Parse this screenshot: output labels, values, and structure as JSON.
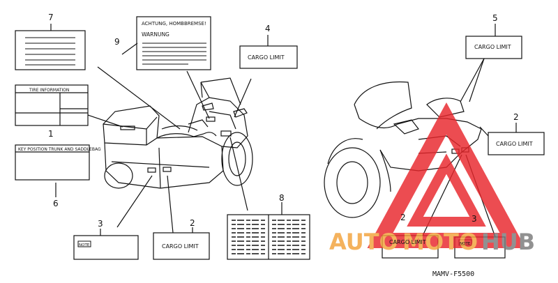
{
  "callouts": {
    "c1": "1",
    "c2_left": "2",
    "c2_right_top": "2",
    "c2_right_bottom": "2",
    "c3_left": "3",
    "c3_right": "3",
    "c4": "4",
    "c5": "5",
    "c6": "6",
    "c7": "7",
    "c8": "8",
    "c9": "9"
  },
  "labels": {
    "tire_information": "TIRE INFORMATION",
    "key_position": "KEY POSITION TRUNK AND SADDLEBAG",
    "achtung": "ACHTUNG, HOMBBREMSE!",
    "warnung": "WARNUNG",
    "cargo_limit": "CARGO LIMIT",
    "note": "NOTE"
  },
  "part_code": "MAMV-F5500",
  "watermark": {
    "text_auto": "AUTO",
    "text_moto": "MOTO",
    "text_hub": "HUB",
    "color_red": "#e8262b",
    "color_orange": "#f2a23a",
    "color_gray": "#7a7a7a"
  }
}
